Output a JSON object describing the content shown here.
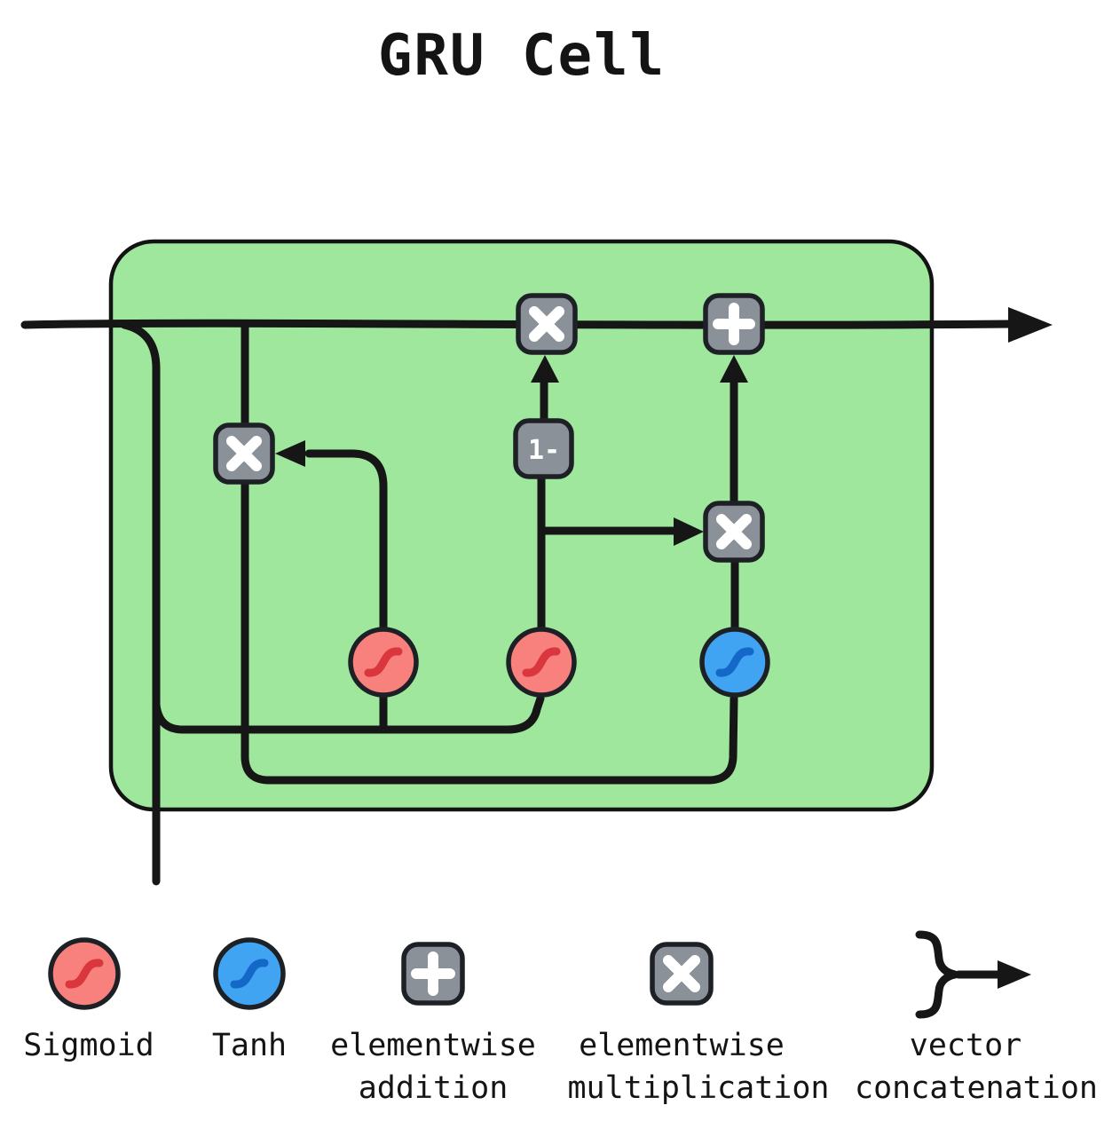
{
  "title": "GRU Cell",
  "colors": {
    "background": "#ffffff",
    "cell_fill": "#9fe79d",
    "wire": "#161616",
    "node_fill": "#8b9199",
    "symbol": "#ffffff",
    "sigmoid_fill": "#f8817e",
    "sigmoid_curve": "#d9363e",
    "tanh_fill": "#41a4f2",
    "tanh_curve": "#1468c8"
  },
  "nodes": {
    "one_minus_label": "1-"
  },
  "legend": {
    "sigmoid": {
      "label": "Sigmoid"
    },
    "tanh": {
      "label": "Tanh"
    },
    "addition": {
      "line1": "elementwise",
      "line2": "addition"
    },
    "multiplication": {
      "line1": "elementwise",
      "line2": "multiplication"
    },
    "concatenation": {
      "line1": "vector",
      "line2": "concatenation"
    }
  },
  "icons": {
    "multiply": "multiply-icon",
    "add": "plus-icon",
    "sigmoid": "sigmoid-curve-icon",
    "tanh": "tanh-curve-icon",
    "concatenation": "merge-arrow-icon"
  }
}
